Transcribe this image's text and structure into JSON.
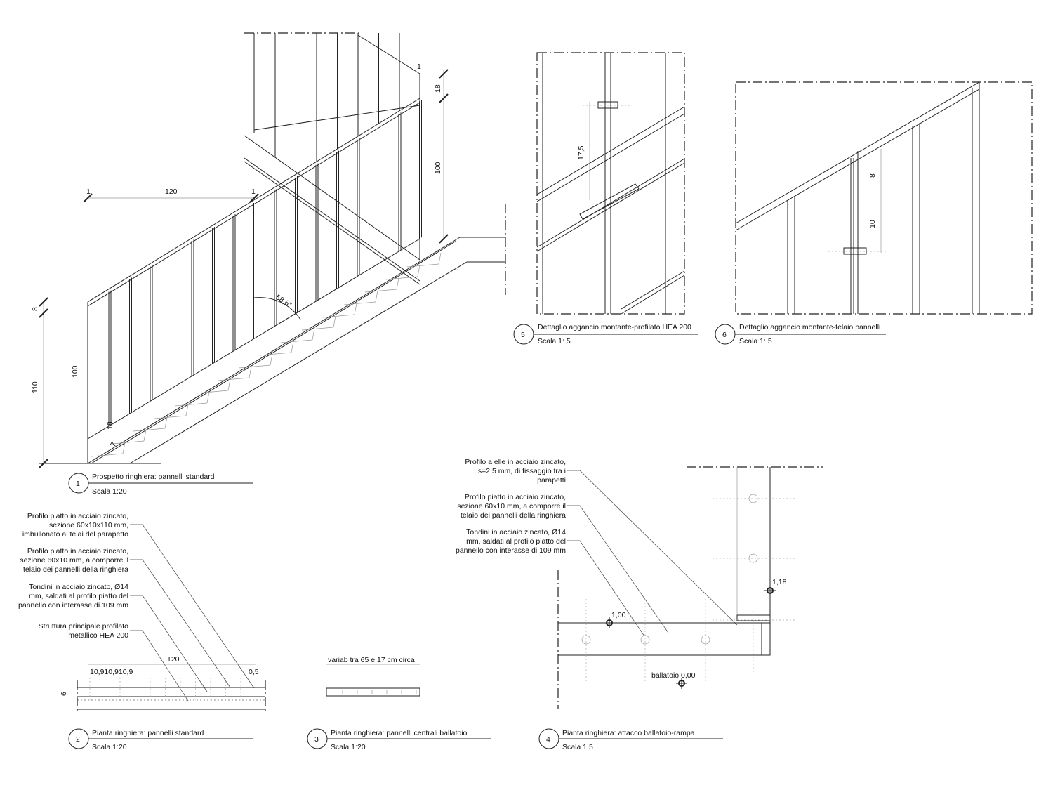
{
  "drawing1": {
    "number": "1",
    "title": "Prospetto ringhiera: pannelli standard",
    "scale": "Scala 1:20",
    "dims": {
      "width": "120",
      "tick_left": "1",
      "tick_right": "1",
      "tick_top": "1",
      "h_total": "110",
      "h_panel": "100",
      "h_bottom": "18",
      "h_top": "8",
      "h_small": "7",
      "upper_top": "18",
      "upper_panel": "100",
      "angle": "58,6°"
    }
  },
  "drawing2": {
    "number": "2",
    "title": "Pianta ringhiera: pannelli standard",
    "scale": "Scala 1:20",
    "dims": {
      "width": "120",
      "spacing": "10,910,910,9",
      "end": "0,5",
      "depth": "6"
    },
    "notes": [
      [
        "Profilo piatto in acciaio zincato,",
        "sezione 60x10x110 mm,",
        "imbullonato ai telai del parapetto"
      ],
      [
        "Profilo piatto in acciaio zincato,",
        "sezione 60x10 mm, a comporre il",
        "telaio dei pannelli della ringhiera"
      ],
      [
        "Tondini in acciaio zincato, Ø14",
        "mm, saldati al profilo piatto del",
        "pannello con interasse di 109 mm"
      ],
      [
        "Struttura principale profilato",
        "metallico HEA 200"
      ]
    ]
  },
  "drawing3": {
    "number": "3",
    "title": "Pianta ringhiera: pannelli centrali ballatoio",
    "scale": "Scala 1:20",
    "dims": {
      "width": "variab tra 65 e 17 cm circa"
    }
  },
  "drawing4": {
    "number": "4",
    "title": "Pianta ringhiera: attacco ballatoio-rampa",
    "scale": "Scala 1:5",
    "notes": [
      [
        "Profilo a elle in acciaio zincato,",
        "s=2,5 mm, di fissaggio tra i",
        "parapetti"
      ],
      [
        "Profilo piatto in acciaio zincato,",
        "sezione 60x10 mm, a comporre il",
        "telaio dei pannelli della ringhiera"
      ],
      [
        "Tondini in acciaio zincato, Ø14",
        "mm, saldati al profilo piatto del",
        "pannello con interasse di 109 mm"
      ]
    ],
    "levels": {
      "upper": "1,18",
      "mid": "1,00",
      "floor": "ballatoio 0,00"
    }
  },
  "drawing5": {
    "number": "5",
    "title": "Dettaglio aggancio montante-profilato HEA 200",
    "scale": "Scala 1: 5",
    "dims": {
      "offset": "17,5"
    }
  },
  "drawing6": {
    "number": "6",
    "title": "Dettaglio aggancio montante-telaio pannelli",
    "scale": "Scala 1: 5",
    "dims": {
      "top": "8",
      "bottom": "10"
    }
  }
}
